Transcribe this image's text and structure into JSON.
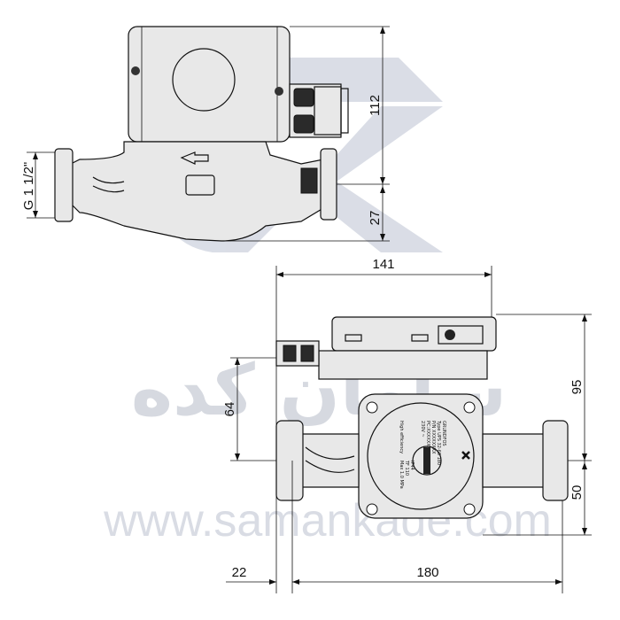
{
  "watermark": {
    "url": "www.samankade.com",
    "persian": "سامان کده",
    "color": "#c9cdd6"
  },
  "top_view": {
    "connection_label": "G 1 1/2\"",
    "height_above_axis": "112",
    "height_below_axis": "27"
  },
  "front_view": {
    "width_top": "141",
    "height_terminal": "64",
    "height_upper": "95",
    "height_lower": "50",
    "offset_left": "22",
    "port_to_port": "180"
  },
  "nameplate_lines": [
    "GRUNDFOS",
    "Type UPS 32-60 180",
    "P/N XXXXXXXX",
    "PC:XXXXXX",
    "230V ~",
    "IP44",
    "TF 110",
    "Max 1.0 MPa",
    "High efficiency"
  ]
}
